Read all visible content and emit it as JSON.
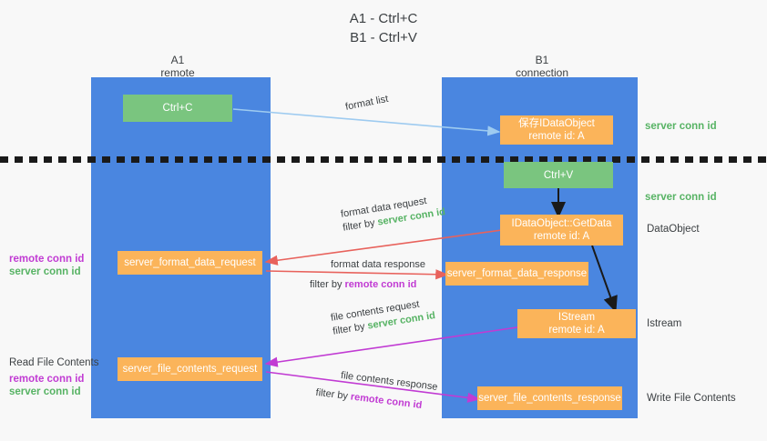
{
  "title": {
    "line1": "A1 - Ctrl+C",
    "line2": "B1 - Ctrl+V"
  },
  "columns": [
    {
      "name": "A1",
      "sub": "remote"
    },
    {
      "name": "B1",
      "sub": "connection"
    }
  ],
  "nodes": {
    "ctrl_c": "Ctrl+C",
    "ctrl_v": "Ctrl+V",
    "save_dataobject_l1": "保存IDataObject",
    "save_dataobject_l2": "remote id: A",
    "getdata_l1": "IDataObject::GetData",
    "getdata_l2": "remote id: A",
    "istream_l1": "IStream",
    "istream_l2": "remote id: A",
    "server_format_data_request": "server_format_data_request",
    "server_format_data_response": "server_format_data_response",
    "server_file_contents_request": "server_file_contents_request",
    "server_file_contents_response": "server_file_contents_response"
  },
  "edges": {
    "format_list": "format list",
    "format_data_request": "format data request",
    "format_data_request_filter_prefix": "filter by ",
    "format_data_request_filter_value": "server conn id",
    "format_data_response": "format data response",
    "format_data_response_filter_prefix": "filter by ",
    "format_data_response_filter_value": "remote conn id",
    "file_contents_request": "file contents request",
    "file_contents_request_filter_prefix": "filter by ",
    "file_contents_request_filter_value": "server conn id",
    "file_contents_response": "file contents response",
    "file_contents_response_filter_prefix": "filter by ",
    "file_contents_response_filter_value": "remote conn id"
  },
  "annotations": {
    "right_server_conn_id_top": "server conn id",
    "right_server_conn_id_mid": "server conn id",
    "right_dataobject": "DataObject",
    "right_istream": "Istream",
    "right_write_file_contents": "Write File Contents",
    "left_remote_conn_id_1": "remote conn id",
    "left_server_conn_id_1": "server conn id",
    "left_read_file_contents": "Read File Contents",
    "left_remote_conn_id_2": "remote conn id",
    "left_server_conn_id_2": "server conn id"
  },
  "colors": {
    "background": "#f8f8f8",
    "column": "#4a86e0",
    "green_node": "#7ac57f",
    "orange_node": "#fbb45a",
    "text_dark": "#3c4043",
    "green_text": "#57b364",
    "purple_text": "#c13bd3",
    "light_blue_arrow": "#9ecbf0",
    "red_arrow": "#e8625c",
    "magenta_arrow": "#c13bd3",
    "black_arrow": "#1a1a1a",
    "divider": "#1a1a1a"
  }
}
